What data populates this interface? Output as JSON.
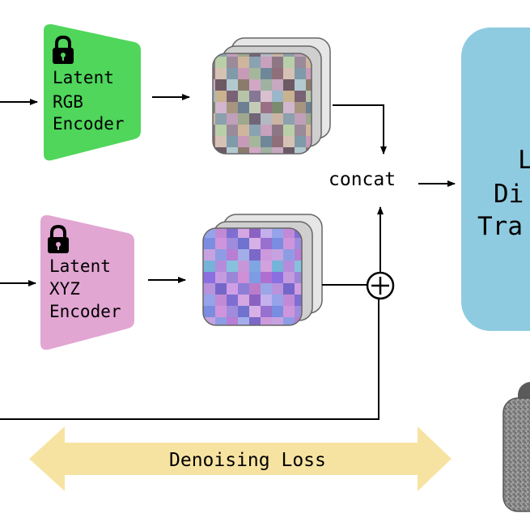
{
  "rgb_encoder": {
    "line1": "Latent",
    "line2": "RGB",
    "line3": "Encoder",
    "color": "#4fd65b",
    "lock_icon": "lock-icon"
  },
  "xyz_encoder": {
    "line1": "Latent",
    "line2": "XYZ",
    "line3": "Encoder",
    "color": "#e2a6d3",
    "lock_icon": "lock-icon"
  },
  "concat_label": "concat",
  "plus_symbol": "+",
  "transformer": {
    "line1": "L",
    "line2": "Di",
    "line3": "Tra",
    "color": "#8fcbe0"
  },
  "loss": {
    "label": "Denoising Loss",
    "color": "#f7e3a1"
  }
}
